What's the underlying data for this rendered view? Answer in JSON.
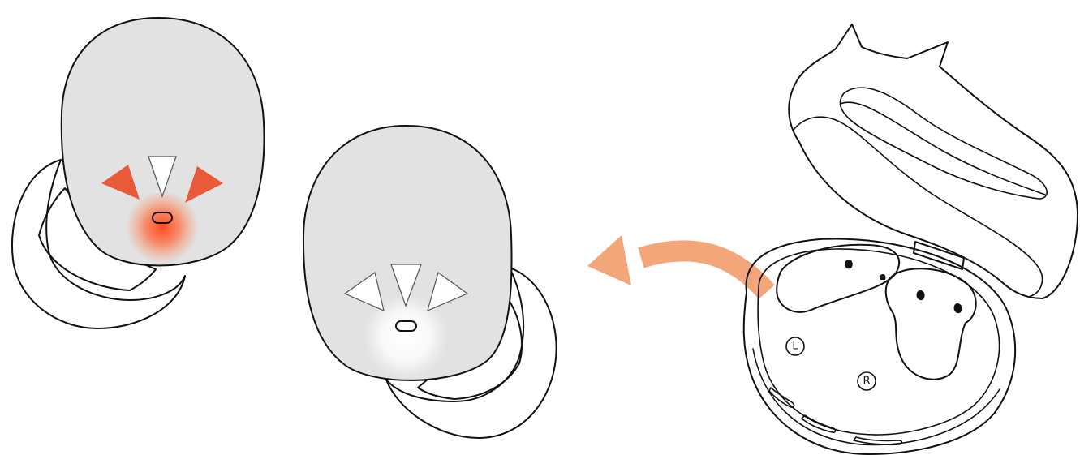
{
  "case": {
    "left_slot_label": "L",
    "right_slot_label": "R"
  },
  "colors": {
    "earbud_shell": "#e2e2e2",
    "outline": "#111111",
    "active_indicator": "#e85a3a",
    "active_glow": "#ff6a3d",
    "idle_glow": "#ffffff",
    "idle_indicator": "#ffffff",
    "arrow": "#f2a679"
  },
  "icons": {
    "left_earbud_state": "red-blinking-led",
    "right_earbud_state": "white-led",
    "direction_arrow": "curved-arrow-left"
  }
}
